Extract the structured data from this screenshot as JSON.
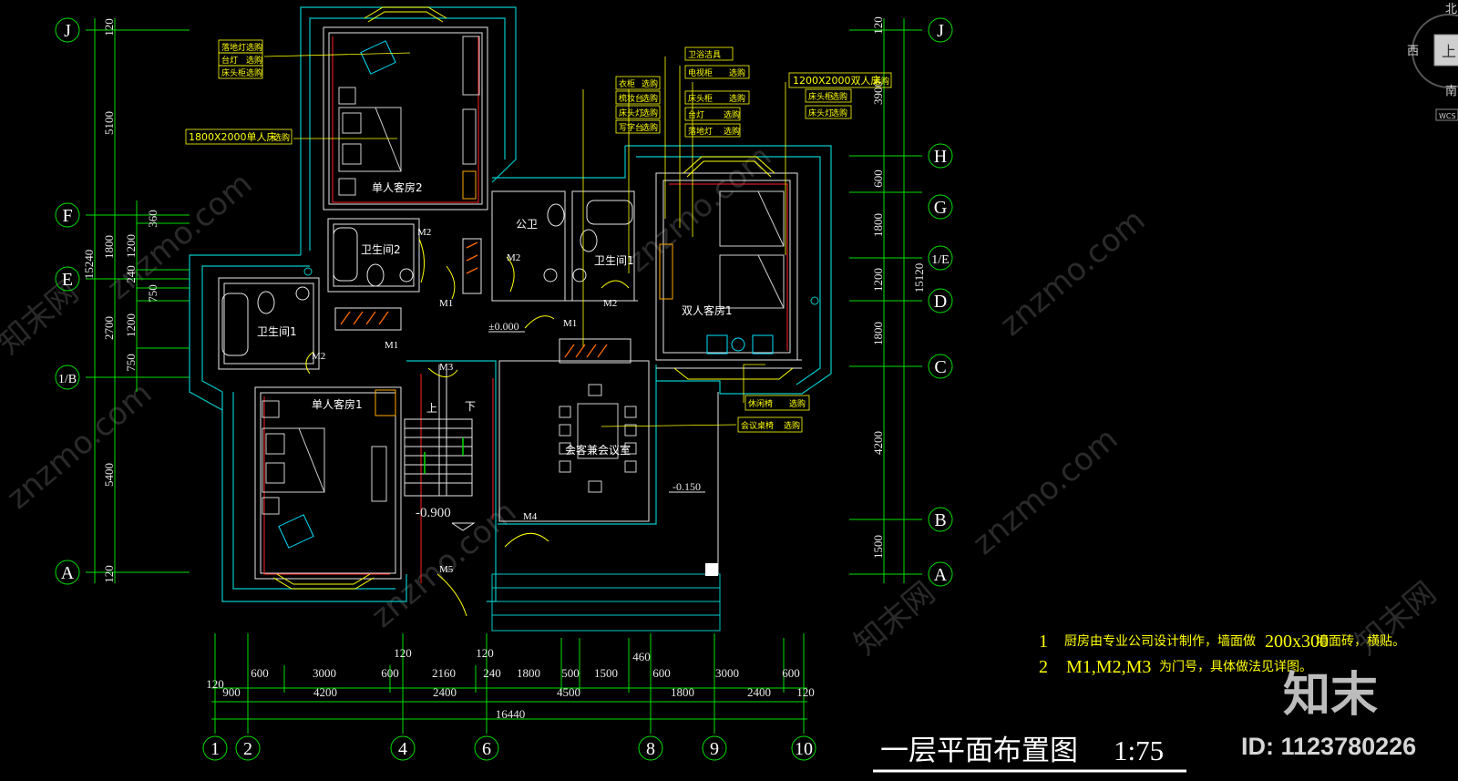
{
  "drawing": {
    "title": "一层平面布置图",
    "scale": "1:75",
    "id_label": "ID: 1123780226",
    "brand": "知末",
    "watermark": "znzmo.com",
    "watermark_cn": "知末网"
  },
  "compass": {
    "north": "北",
    "west": "西",
    "south": "南",
    "up": "上",
    "wcs": "WCS"
  },
  "axes": {
    "left": [
      "J",
      "F",
      "E",
      "1/B",
      "A"
    ],
    "right": [
      "J",
      "H",
      "G",
      "1/E",
      "D",
      "C",
      "B",
      "A"
    ],
    "bottom": [
      "1",
      "2",
      "4",
      "6",
      "8",
      "9",
      "10"
    ]
  },
  "dims_left": {
    "outer": [
      "120",
      "5100",
      "1800",
      "2700",
      "5400",
      "120"
    ],
    "inner": [
      "360",
      "1200",
      "240",
      "750",
      "1200",
      "750"
    ],
    "total": "15240"
  },
  "dims_right": {
    "outer": [
      "120",
      "3900",
      "600",
      "1800",
      "1200",
      "1800",
      "4200",
      "1500"
    ],
    "total": "15120"
  },
  "dims_bottom": {
    "row1": [
      "600",
      "3000",
      "600",
      "2160",
      "240",
      "1800",
      "500",
      "1500",
      "600",
      "3000",
      "600"
    ],
    "row2": [
      "900",
      "4200",
      "2400",
      "4500",
      "1800",
      "2400",
      "120"
    ],
    "small": [
      "120",
      "120",
      "120",
      "460"
    ],
    "total": "16440"
  },
  "rooms": {
    "guest2": "单人客房2",
    "bath2": "卫生间2",
    "public_wc": "公卫",
    "bath1_right": "卫生间1",
    "double_guest1": "双人客房1",
    "bath1_left": "卫生间1",
    "guest1": "单人客房1",
    "meeting": "会客兼会议室"
  },
  "doors": {
    "m1": "M1",
    "m2": "M2",
    "m3": "M3",
    "m4": "M4",
    "m5": "M5"
  },
  "stair": {
    "up": "上",
    "down": "下"
  },
  "levels": {
    "zero": "±0.000",
    "minus150": "-0.150",
    "minus900": "-0.900"
  },
  "bed_labels": {
    "single": "1800X2000单人床",
    "double": "1200X2000双人床",
    "choice": "选购"
  },
  "tags": {
    "t1": "落地灯",
    "t2": "选购",
    "t3": "台灯",
    "t4": "床头柜",
    "t5": "衣柜",
    "t6": "梳妆台",
    "t7": "休闲椅",
    "t8": "会议桌椅",
    "t9": "电视柜",
    "t10": "卫浴洁具",
    "t11": "床头灯",
    "t12": "写字台"
  },
  "notes": {
    "n1_num": "1",
    "n1_a": "厨房由专业公司设计制作，墙面做",
    "n1_b": "200x300",
    "n1_c": "墙面砖，横贴。",
    "n2_num": "2",
    "n2_a": "M1,M2,M3",
    "n2_b": "为门号，具体做法见详图。"
  },
  "colors": {
    "wall": "#00c8c8",
    "inner": "#e0e0e0",
    "red": "#ff2020",
    "yellow": "#ffff00",
    "grid": "#00ff00",
    "furniture": "#00e0ff"
  }
}
